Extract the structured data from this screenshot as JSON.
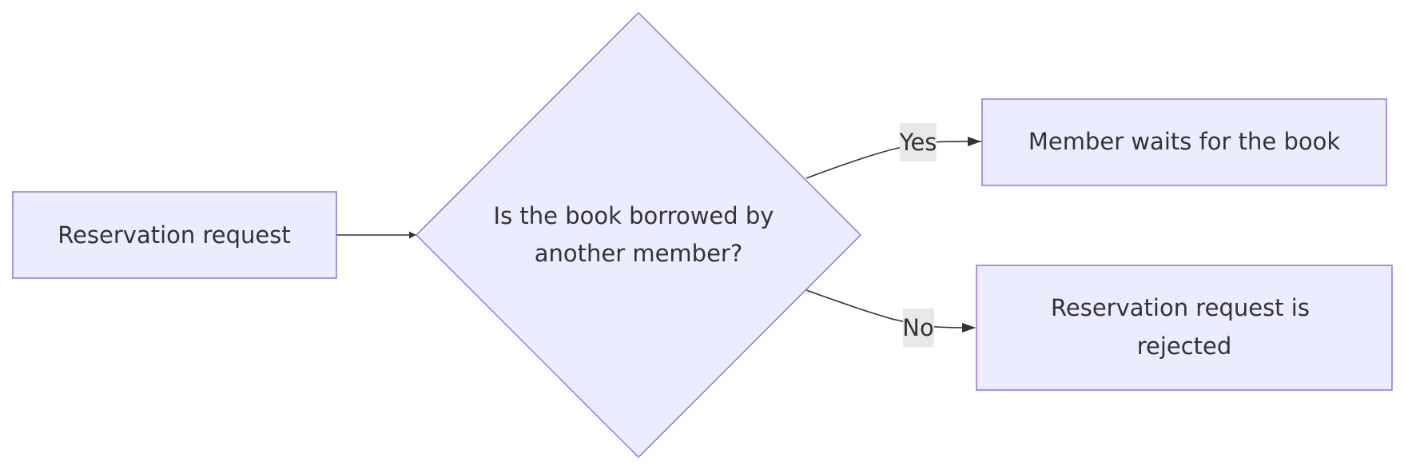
{
  "flowchart": {
    "nodes": {
      "request": {
        "label": "Reservation request"
      },
      "decision": {
        "label_line1": "Is the book borrowed by",
        "label_line2": "another member?"
      },
      "wait": {
        "label": "Member waits for the book"
      },
      "rejected": {
        "label_line1": "Reservation request is",
        "label_line2": "rejected"
      }
    },
    "edges": {
      "yes": {
        "label": "Yes"
      },
      "no": {
        "label": "No"
      }
    },
    "colors": {
      "node_fill": "#ececff",
      "node_border": "#9370db",
      "line": "#333333",
      "text": "#333333",
      "edge_label_bg": "#e8e8e8"
    }
  }
}
